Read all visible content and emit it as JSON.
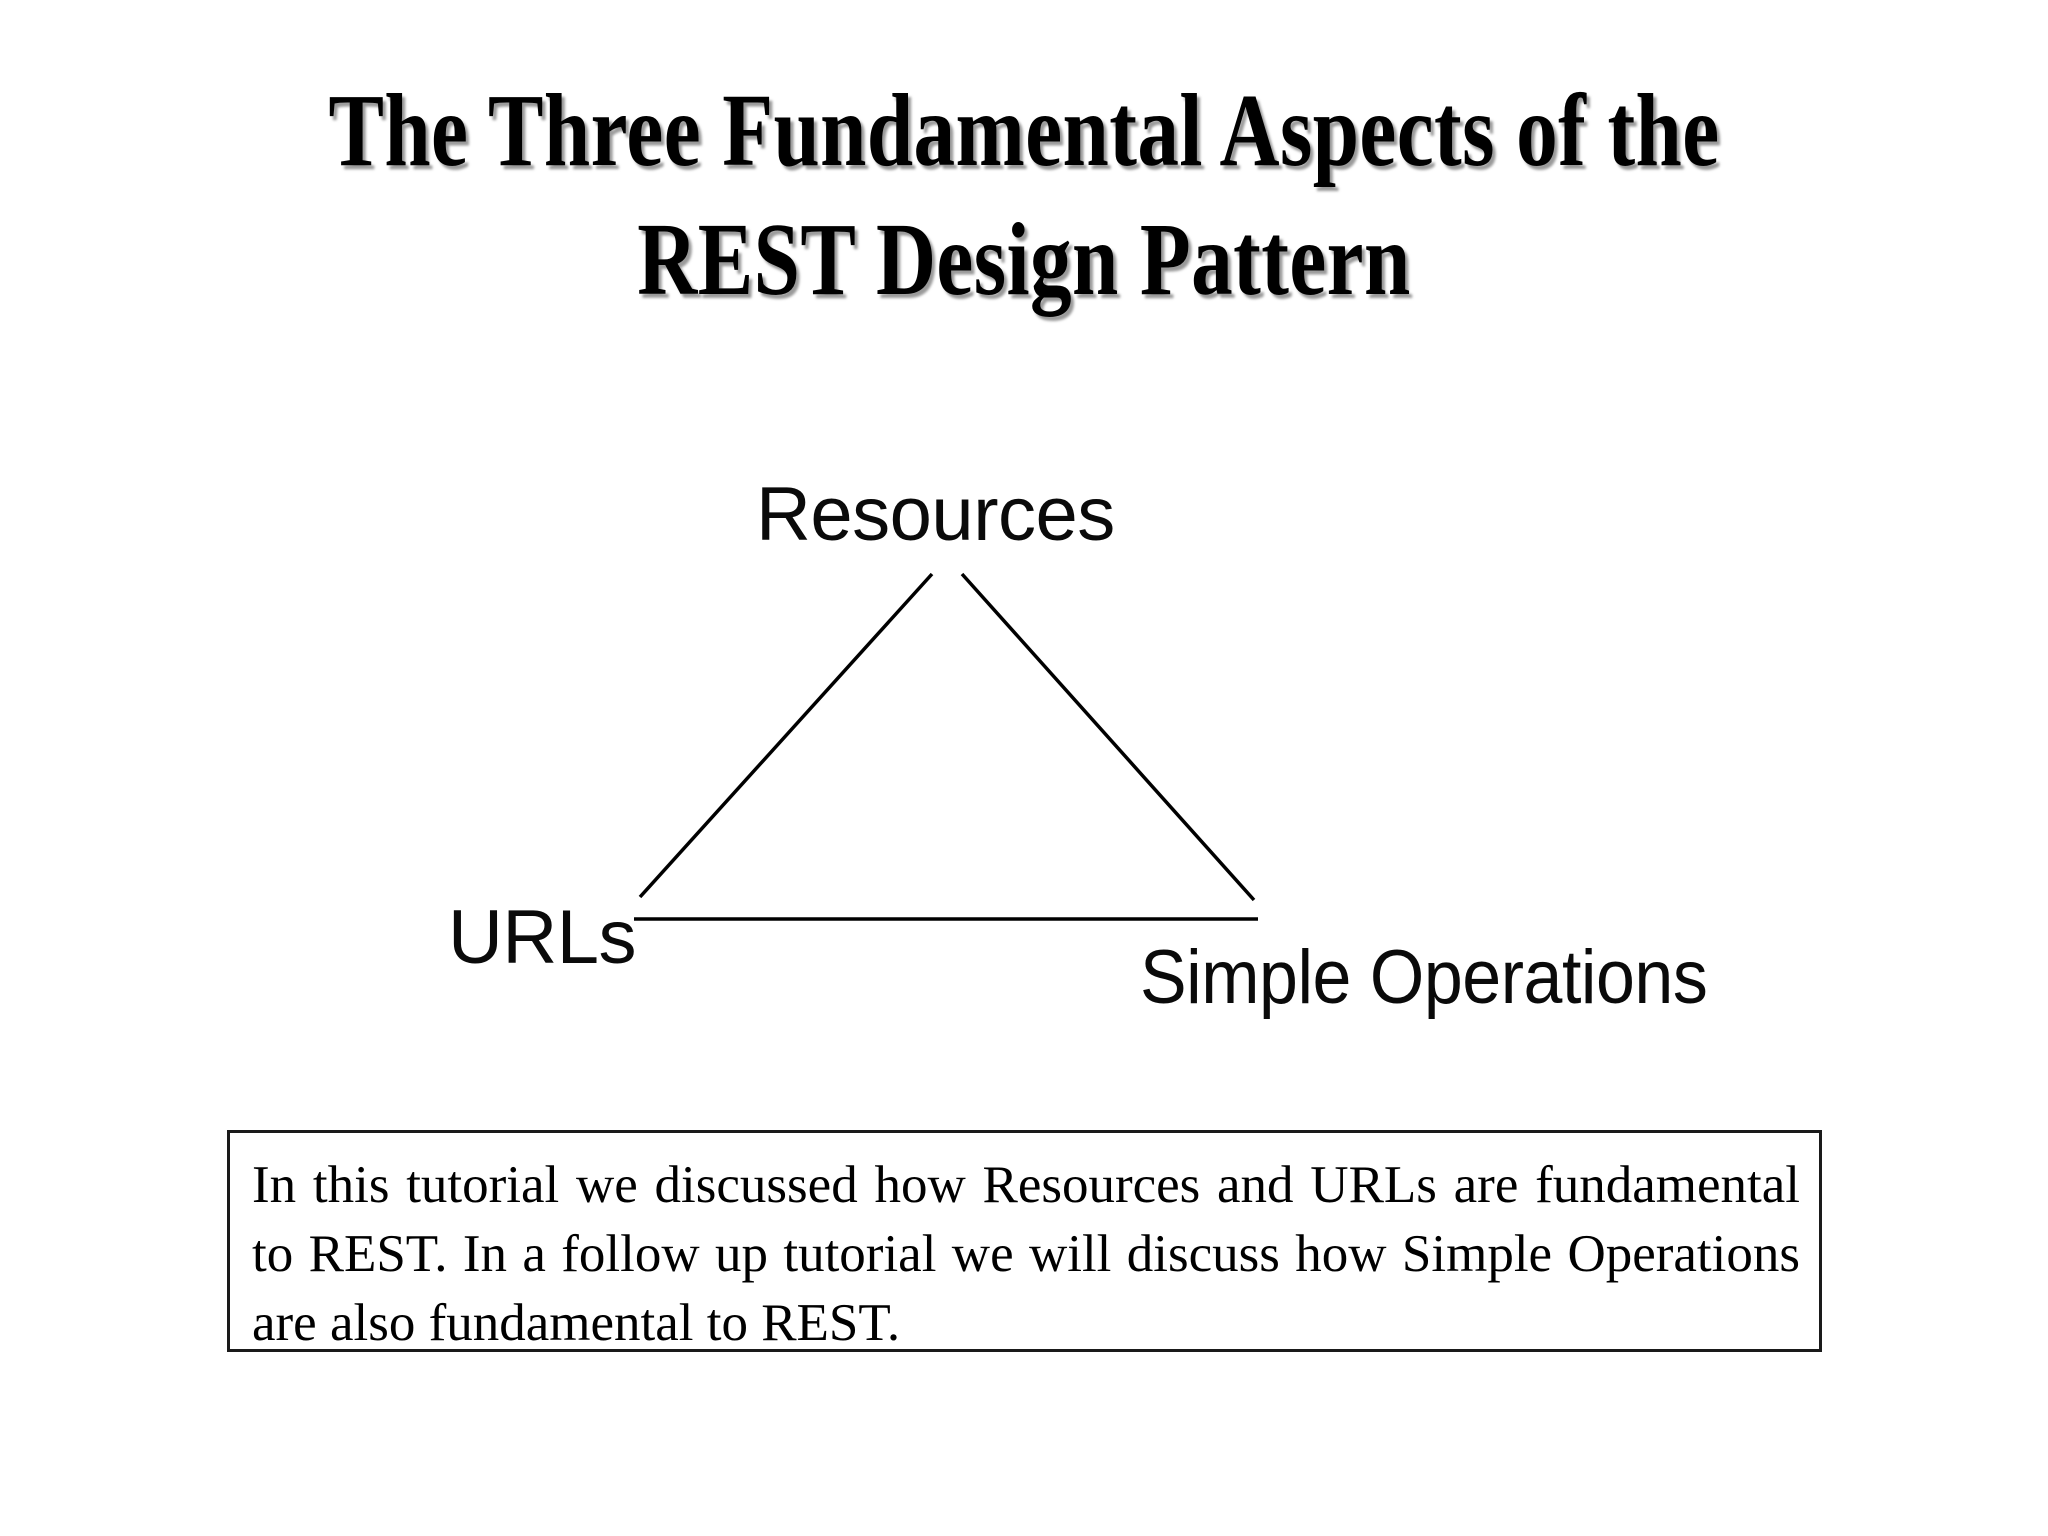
{
  "slide": {
    "background_color": "#ffffff",
    "text_color": "#000000"
  },
  "title": {
    "line1": "The Three Fundamental Aspects of the",
    "line2": "REST Design Pattern",
    "full": "The Three Fundamental Aspects of the REST Design Pattern",
    "shadow_color": "#787878"
  },
  "diagram": {
    "type": "triangle",
    "stroke_color": "#000000",
    "stroke_width": 3,
    "vertices": [
      {
        "id": "top",
        "label": "Resources"
      },
      {
        "id": "left",
        "label": "URLs"
      },
      {
        "id": "right",
        "label": "Simple Operations"
      }
    ]
  },
  "caption": {
    "text": "In this tutorial we discussed how Resources and URLs are fundamental to REST.  In a follow up tutorial we will discuss how Simple Operations are also fundamental to REST.",
    "border_color": "#1a1a1a"
  }
}
